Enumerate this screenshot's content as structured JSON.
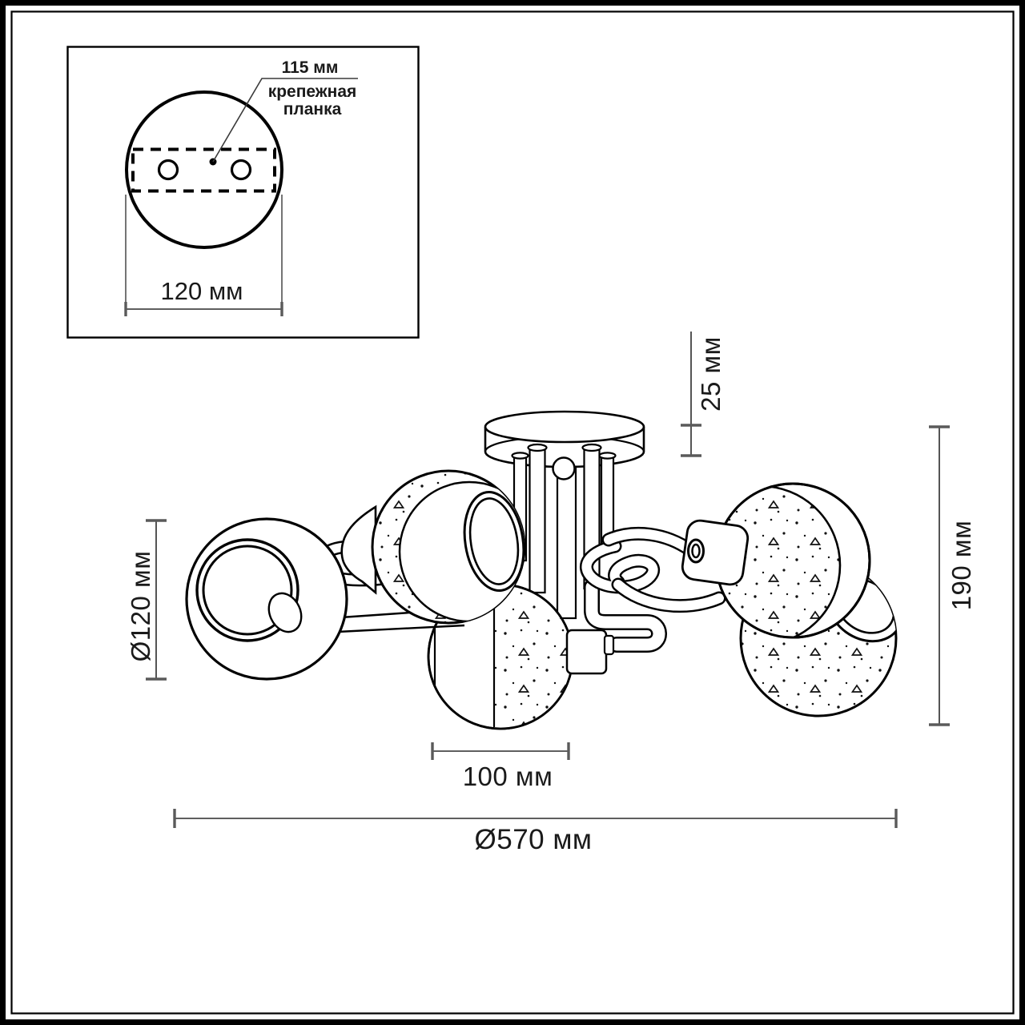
{
  "drawing": {
    "kind": "technical dimension drawing of a 5-shade ceiling chandelier",
    "line_color": "#000000",
    "background": "#ffffff",
    "dim_line_color": "#2a2a2a",
    "tick_color": "#5a5a5a"
  },
  "inset": {
    "hole_spacing_label": "115 мм",
    "bracket_label_line1": "крепежная",
    "bracket_label_line2": "планка",
    "base_diameter_label": "120 мм"
  },
  "dimensions": {
    "canopy_height_label": "25 мм",
    "overall_height_label": "190 мм",
    "shade_diameter_label": "Ø120 мм",
    "center_body_width_label": "100 мм",
    "overall_diameter_label": "Ø570 мм"
  }
}
